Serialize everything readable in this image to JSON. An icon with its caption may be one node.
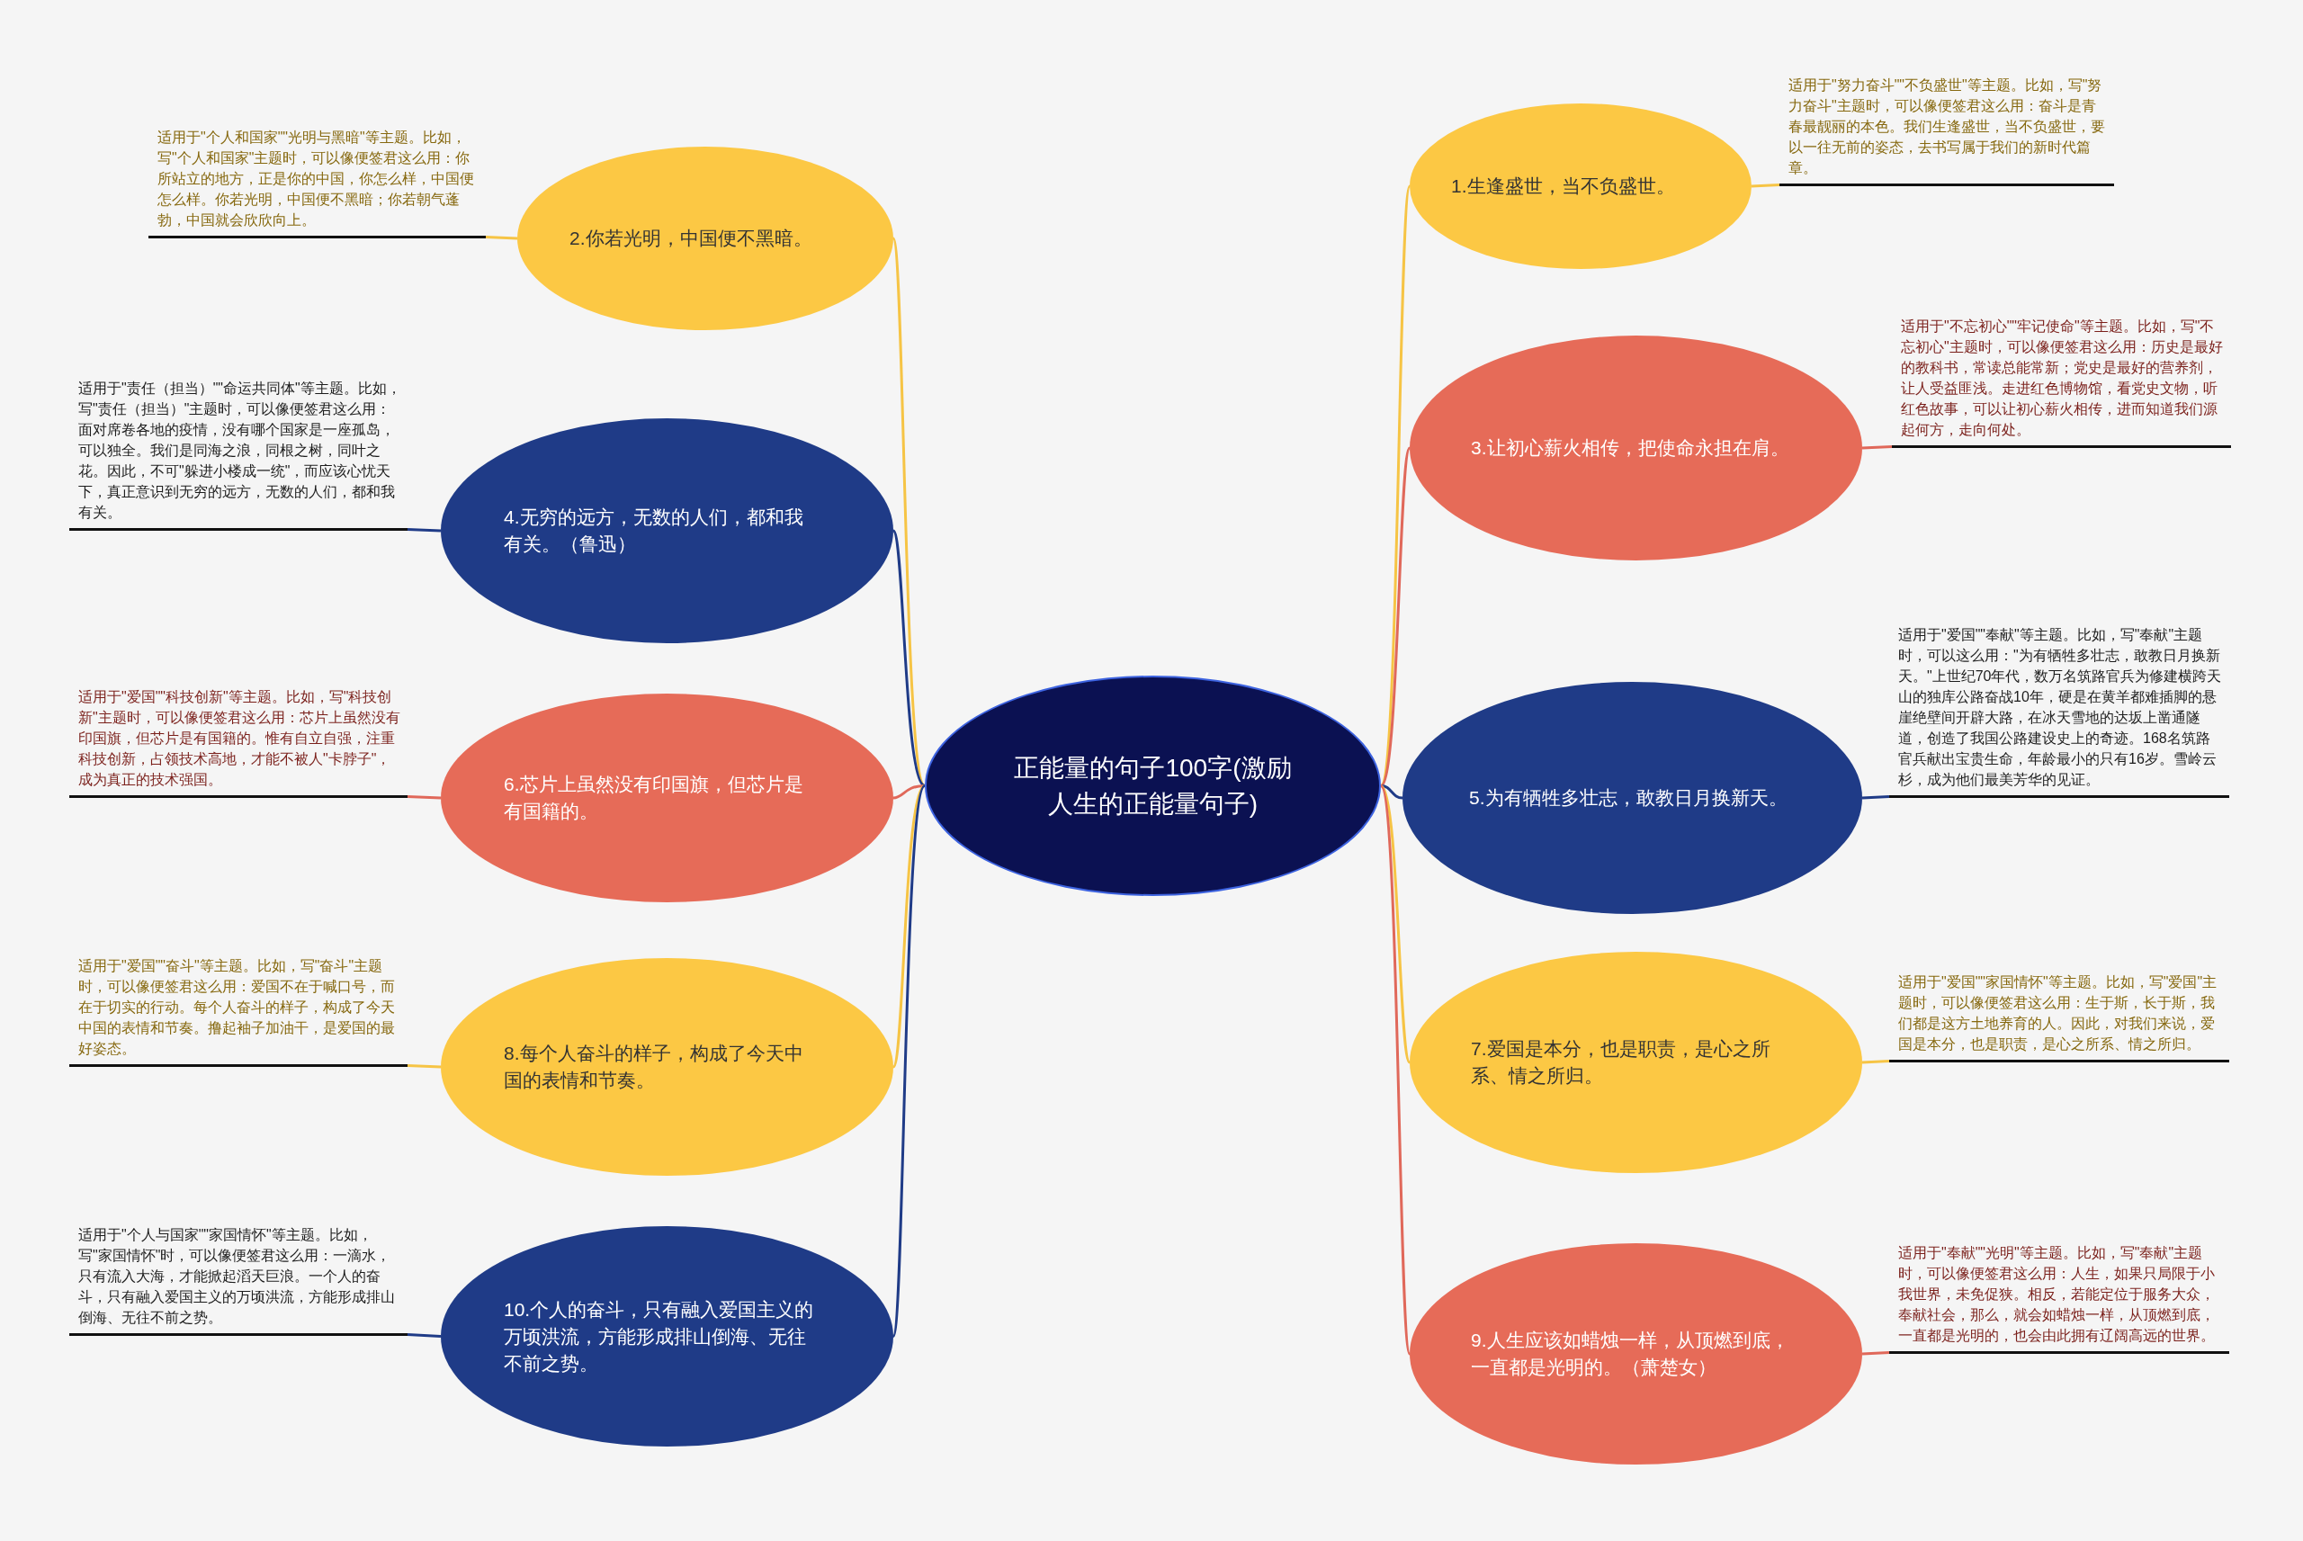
{
  "diagram": {
    "nodes": [
      {
        "text": [
          "正能量的句子100字(激励人生的正能量句子)"
        ]
      },
      {
        "text": [
          "1.生逢盛世，当不负盛世。"
        ]
      },
      {
        "text": [
          "2.你若光明，中国便不黑暗。"
        ]
      },
      {
        "text": [
          "3.让初心薪火相传，把使命永担在肩。"
        ]
      },
      {
        "text": [
          "4.无穷的远方，无数的人们，都和我有关。（鲁迅）"
        ]
      },
      {
        "text": [
          "5.为有牺牲多壮志，敢教日月换新天。"
        ]
      },
      {
        "text": [
          "6.芯片上虽然没有印国旗，但芯片是有国籍的。"
        ]
      },
      {
        "text": [
          "7.爱国是本分，也是职责，是心之所系、情之所归。"
        ]
      },
      {
        "text": [
          "8.每个人奋斗的样子，构成了今天中国的表情和节奏。"
        ]
      },
      {
        "text": [
          "9.人生应该如蜡烛一样，从顶燃到底，一直都是光明的。（萧楚女）"
        ]
      },
      {
        "text": [
          "10.个人的奋斗，只有融入爱国主义的万顷洪流，方能形成排山倒海、无往不前之势。"
        ]
      },
      {
        "text": [
          "适用于\"努力奋斗\"\"不负盛世\"等主题。比如，写\"努力奋斗\"主题时，可以像便签君这么用：奋斗是青春最靓丽的本色。我们生逢盛世，当不负盛世，要以一往无前的姿态，去书写属于我们的新时代篇章。"
        ]
      },
      {
        "text": [
          "适用于\"个人和国家\"\"光明与黑暗\"等主题。比如，写\"个人和国家\"主题时，可以像便签君这么用：你所站立的地方，正是你的中国，你怎么样，中国便怎么样。你若光明，中国便不黑暗；你若朝气蓬勃，中国就会欣欣向上。"
        ]
      },
      {
        "text": [
          "适用于\"不忘初心\"\"牢记使命\"等主题。比如，写\"不忘初心\"主题时，可以像便签君这么用：历史是最好的教科书，常读总能常新；党史是最好的营养剂，让人受益匪浅。走进红色博物馆，看党史文物，听红色故事，可以让初心薪火相传，进而知道我们源起何方，走向何处。"
        ]
      },
      {
        "text": [
          "适用于\"责任（担当）\"\"命运共同体\"等主题。比如，写\"责任（担当）\"主题时，可以像便签君这么用：面对席卷各地的疫情，没有哪个国家是一座孤岛，可以独全。我们是同海之浪，同根之树，同叶之花。因此，不可\"躲进小楼成一统\"，而应该心忧天下，真正意识到无穷的远方，无数的人们，都和我有关。"
        ]
      },
      {
        "text": [
          "适用于\"爱国\"\"奉献\"等主题。比如，写\"奉献\"主题时，可以这么用：\"为有牺牲多壮志，敢教日月换新天。\"上世纪70年代，数万名筑路官兵为修建横跨天山的独库公路奋战10年，硬是在黄羊都难插脚的悬崖绝壁间开辟大路，在冰天雪地的达坂上凿通隧道，创造了我国公路建设史上的奇迹。168名筑路官兵献出宝贵生命，年龄最小的只有16岁。雪岭云杉，成为他们最美芳华的见证。"
        ]
      },
      {
        "text": [
          "适用于\"爱国\"\"科技创新\"等主题。比如，写\"科技创新\"主题时，可以像便签君这么用：芯片上虽然没有印国旗，但芯片是有国籍的。惟有自立自强，注重科技创新，占领技术高地，才能不被人\"卡脖子\"，成为真正的技术强国。"
        ]
      },
      {
        "text": [
          "适用于\"爱国\"\"家国情怀\"等主题。比如，写\"爱国\"主题时，可以像便签君这么用：生于斯，长于斯，我们都是这方土地养育的人。因此，对我们来说，爱国是本分，也是职责，是心之所系、情之所归。"
        ]
      },
      {
        "text": [
          "适用于\"爱国\"\"奋斗\"等主题。比如，写\"奋斗\"主题时，可以像便签君这么用：爱国不在于喊口号，而在于切实的行动。每个人奋斗的样子，构成了今天中国的表情和节奏。撸起袖子加油干，是爱国的最好姿态。"
        ]
      },
      {
        "text": [
          "适用于\"奉献\"\"光明\"等主题。比如，写\"奉献\"主题时，可以像便签君这么用：人生，如果只局限于小我世界，未免促狭。相反，若能定位于服务大众，奉献社会，那么，就会如蜡烛一样，从顶燃到底，一直都是光明的，也会由此拥有辽阔高远的世界。"
        ]
      },
      {
        "text": [
          "适用于\"个人与国家\"\"家国情怀\"等主题。比如，写\"家国情怀\"时，可以像便签君这么用：一滴水，只有流入大海，才能掀起滔天巨浪。一个人的奋斗，只有融入爱国主义的万顷洪流，方能形成排山倒海、无往不前之势。"
        ]
      }
    ],
    "edges": [
      {
        "from": 0,
        "to": 1,
        "arrow": "none",
        "color": "#f6c445"
      },
      {
        "from": 0,
        "to": 2,
        "arrow": "none",
        "color": "#f6c445"
      },
      {
        "from": 0,
        "to": 3,
        "arrow": "none",
        "color": "#e0685a"
      },
      {
        "from": 0,
        "to": 4,
        "arrow": "none",
        "color": "#1f3b87"
      },
      {
        "from": 0,
        "to": 5,
        "arrow": "none",
        "color": "#1f3b87"
      },
      {
        "from": 0,
        "to": 6,
        "arrow": "none",
        "color": "#e0685a"
      },
      {
        "from": 0,
        "to": 7,
        "arrow": "none",
        "color": "#f6c445"
      },
      {
        "from": 0,
        "to": 8,
        "arrow": "none",
        "color": "#f6c445"
      },
      {
        "from": 0,
        "to": 9,
        "arrow": "none",
        "color": "#e0685a"
      },
      {
        "from": 0,
        "to": 10,
        "arrow": "none",
        "color": "#1f3b87"
      },
      {
        "from": 1,
        "to": 11,
        "arrow": "none",
        "color": "#f6c445"
      },
      {
        "from": 2,
        "to": 12,
        "arrow": "none",
        "color": "#f6c445"
      },
      {
        "from": 3,
        "to": 13,
        "arrow": "none",
        "color": "#e0685a"
      },
      {
        "from": 4,
        "to": 14,
        "arrow": "none",
        "color": "#1f3b87"
      },
      {
        "from": 5,
        "to": 15,
        "arrow": "none",
        "color": "#1f3b87"
      },
      {
        "from": 6,
        "to": 16,
        "arrow": "none",
        "color": "#e0685a"
      },
      {
        "from": 7,
        "to": 17,
        "arrow": "none",
        "color": "#f6c445"
      },
      {
        "from": 8,
        "to": 18,
        "arrow": "none",
        "color": "#f6c445"
      },
      {
        "from": 9,
        "to": 19,
        "arrow": "none",
        "color": "#e0685a"
      },
      {
        "from": 10,
        "to": 20,
        "arrow": "none",
        "color": "#1f3b87"
      }
    ]
  }
}
